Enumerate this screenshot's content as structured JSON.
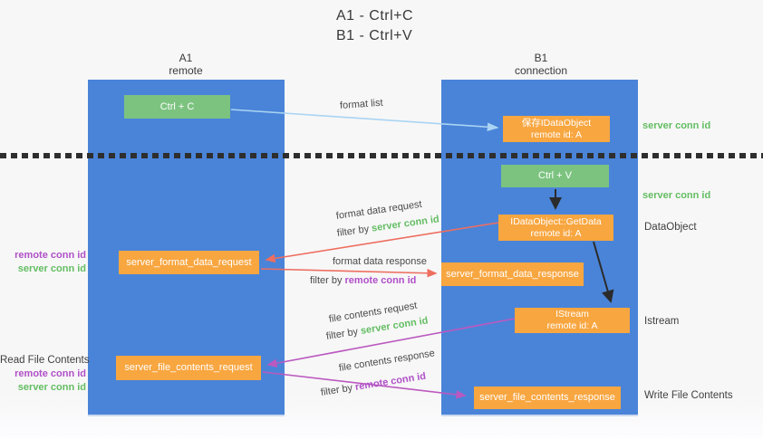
{
  "title": {
    "line1": "A1 - Ctrl+C",
    "line2": "B1 - Ctrl+V"
  },
  "lanes": {
    "a1": {
      "name": "A1",
      "sub": "remote"
    },
    "b1": {
      "name": "B1",
      "sub": "connection"
    }
  },
  "nodes": {
    "ctrl_c": {
      "label": "Ctrl + C"
    },
    "ctrl_v": {
      "label": "Ctrl + V"
    },
    "save_dataobject": {
      "line1": "保存IDataObject",
      "line2": "remote id: A"
    },
    "getdata": {
      "line1": "IDataObject::GetData",
      "line2": "remote id: A"
    },
    "istream": {
      "line1": "IStream",
      "line2": "remote id: A"
    },
    "format_request": {
      "label": "server_format_data_request"
    },
    "format_response": {
      "label": "server_format_data_response"
    },
    "file_request": {
      "label": "server_file_contents_request"
    },
    "file_response": {
      "label": "server_file_contents_response"
    }
  },
  "left_labels": {
    "remote_conn_1": "remote conn id",
    "server_conn_1": "server conn id",
    "read_file": "Read File Contents",
    "remote_conn_2": "remote conn id",
    "server_conn_2": "server conn id"
  },
  "right_labels": {
    "server_conn_1": "server conn id",
    "server_conn_2": "server conn id",
    "dataobject": "DataObject",
    "istream": "Istream",
    "write_file": "Write File Contents"
  },
  "edge_labels": {
    "format_list": "format list",
    "format_data_request": "format data request",
    "filter_server_1": {
      "prefix": "filter by ",
      "highlight": "server conn id"
    },
    "format_data_response": "format data response",
    "filter_remote_1": {
      "prefix": "filter by ",
      "highlight": "remote conn id"
    },
    "file_contents_request": "file contents request",
    "filter_server_2": {
      "prefix": "filter by ",
      "highlight": "server conn id"
    },
    "file_contents_response": "file contents response",
    "filter_remote_2": {
      "prefix": "filter by ",
      "highlight": "remote conn id"
    }
  },
  "colors": {
    "lane_blue": "#4a84d8",
    "green_box": "#7cc380",
    "orange_box": "#f8a640",
    "green_text": "#64bd63",
    "purple_text": "#b050c8",
    "red_arrow": "#ee6e60",
    "magenta_arrow": "#bb59c0",
    "light_blue_arrow": "#aad4f3",
    "dark_text": "#3b3b3b"
  }
}
